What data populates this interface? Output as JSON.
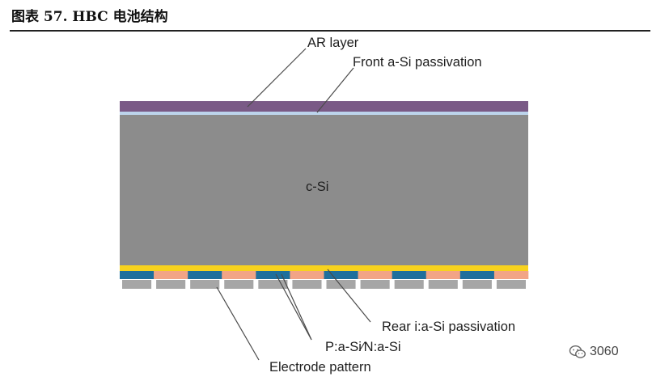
{
  "figure": {
    "title": "图表 57. HBC 电池结构"
  },
  "diagram": {
    "labels": {
      "ar_layer": "AR layer",
      "front_passivation": "Front a-Si passivation",
      "c_si": "c-Si",
      "rear_passivation": "Rear i:a-Si passivation",
      "p_n": "P:a-Si∕N:a-Si",
      "electrode": "Electrode pattern"
    },
    "colors": {
      "ar_layer": "#7a5a86",
      "front_passivation": "#bcd4ec",
      "c_si": "#8c8c8c",
      "rear_yellow": "#f7d21e",
      "p_region": "#1f6f9c",
      "n_region": "#f2a486",
      "electrode": "#a6a6a6"
    }
  },
  "watermark": {
    "text": "3060",
    "icon": "wechat-icon"
  }
}
